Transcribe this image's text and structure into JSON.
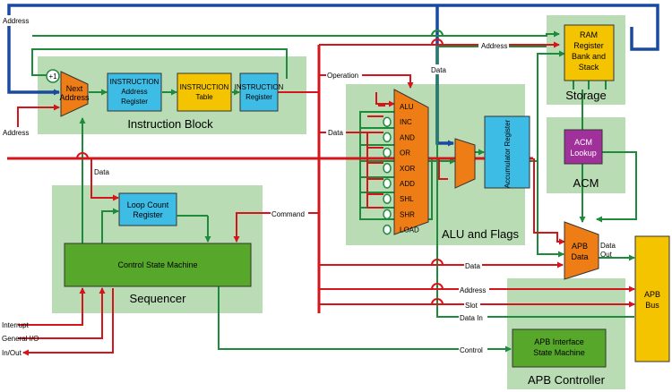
{
  "blocks": {
    "instruction_block": "Instruction Block",
    "sequencer": "Sequencer",
    "alu_and_flags": "ALU and Flags",
    "storage": "Storage",
    "acm": "ACM",
    "apb_controller": "APB Controller"
  },
  "components": {
    "next_address": [
      "Next",
      "Address"
    ],
    "plus_one": "+1",
    "instruction_address_register": [
      "INSTRUCTION",
      "Address",
      "Register"
    ],
    "instruction_table": [
      "INSTRUCTION",
      "Table"
    ],
    "instruction_register": [
      "INSTRUCTION",
      "Register"
    ],
    "loop_count_register": [
      "Loop Count",
      "Register"
    ],
    "control_state_machine": "Control State Machine",
    "alu_ops": [
      "ALU",
      "INC",
      "AND",
      "OR",
      "XOR",
      "ADD",
      "SHL",
      "SHR",
      "LOAD"
    ],
    "accumulator_register": "Accumulator Register",
    "ram": [
      "RAM",
      "Register",
      "Bank and",
      "Stack"
    ],
    "acm_lookup": [
      "ACM",
      "Lookup"
    ],
    "apb_data": [
      "APB",
      "Data"
    ],
    "apb_bus": [
      "APB",
      "Bus"
    ],
    "apb_interface_state_machine": [
      "APB Interface",
      "State Machine"
    ]
  },
  "signals": {
    "address_top": "Address",
    "address_left": "Address",
    "address_ram": "Address",
    "data_top": "Data",
    "operation": "Operation",
    "data_alu": "Data",
    "data_seq": "Data",
    "command": "Command",
    "data_out_mid": "Data",
    "data_out": [
      "Data",
      "Out"
    ],
    "address_bus": "Address",
    "slot": "Slot",
    "data_in": "Data In",
    "control": "Control",
    "interrupt": "Interrupt",
    "general_io": "General I/O",
    "in_out": "In/Out"
  },
  "colors": {
    "block_bg": "#b9dcb4",
    "register_blue": "#3dbde6",
    "table_yellow": "#f5c400",
    "next_address_orange": "#ef7d16",
    "control_green": "#57a82a",
    "acm_purple": "#a0309a",
    "bus_red": "#d4161c",
    "wire_green": "#1e8a3c",
    "wire_blue": "#1a4aa0"
  }
}
